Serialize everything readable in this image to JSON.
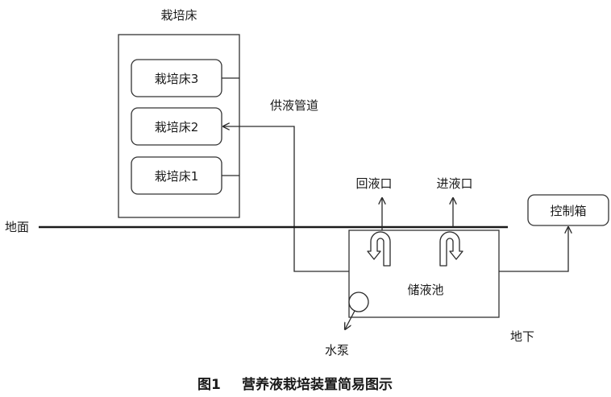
{
  "labels": {
    "bed_group": "栽培床",
    "bed3": "栽培床3",
    "bed2": "栽培床2",
    "bed1": "栽培床1",
    "supply_pipe": "供液管道",
    "return_port": "回液口",
    "inlet_port": "进液口",
    "control_box": "控制箱",
    "ground": "地面",
    "reservoir": "储液池",
    "underground": "地下",
    "pump": "水泵"
  },
  "caption": {
    "number": "图1",
    "title": "营养液栽培装置简易图示"
  },
  "icons": {
    "return_flow": "u-turn-arrow-down-left-icon",
    "inlet_flow": "u-turn-arrow-down-right-icon",
    "pump": "pump-circle-icon"
  }
}
